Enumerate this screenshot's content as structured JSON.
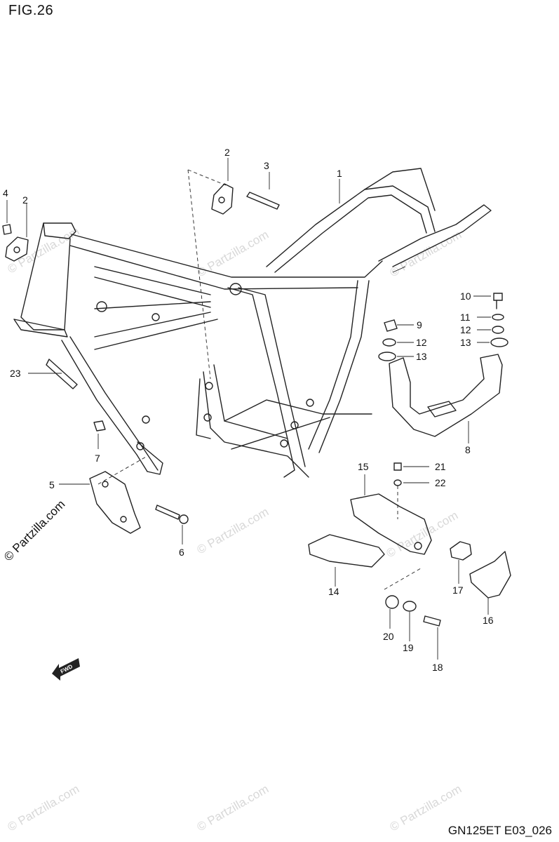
{
  "figure_title": "FIG.26",
  "footer_code": "GN125ET E03_026",
  "credit_text": "© Partzilla.com",
  "watermark_text": "© Partzilla.com",
  "fwd_text": "FWD",
  "callouts": [
    "1",
    "2",
    "2",
    "3",
    "4",
    "5",
    "6",
    "7",
    "8",
    "9",
    "10",
    "11",
    "12",
    "12",
    "13",
    "13",
    "14",
    "15",
    "16",
    "17",
    "18",
    "19",
    "20",
    "21",
    "22",
    "23"
  ]
}
